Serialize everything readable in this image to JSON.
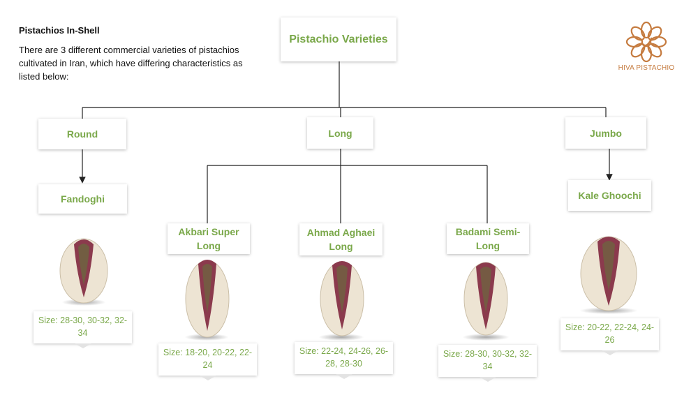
{
  "intro": {
    "title": "Pistachios In-Shell",
    "text": "There are 3 different commercial varieties of pistachios cultivated in Iran, which have differing characteristics as listed below:"
  },
  "logo": {
    "text": "HIVA PISTACHIO"
  },
  "colors": {
    "green": "#7aa84a",
    "logo": "#c57b3f",
    "line": "#222222"
  },
  "root": {
    "label": "Pistachio Varieties"
  },
  "categories": {
    "round": {
      "label": "Round",
      "variety": {
        "label": "Fandoghi",
        "size": "Size: 28-30, 30-32, 32-34"
      }
    },
    "long": {
      "label": "Long",
      "varieties": {
        "akbari": {
          "label": "Akbari Super Long",
          "size": "Size: 18-20, 20-22, 22-24"
        },
        "ahmad": {
          "label": "Ahmad Aghaei Long",
          "size": "Size: 22-24, 24-26, 26-28, 28-30"
        },
        "badami": {
          "label": "Badami Semi-Long",
          "size": "Size: 28-30, 30-32, 32-34"
        }
      }
    },
    "jumbo": {
      "label": "Jumbo",
      "variety": {
        "label": "Kale Ghoochi",
        "size": "Size: 20-22, 22-24, 24-26"
      }
    }
  },
  "icons": {
    "nut": "pistachio-nut-icon",
    "logo": "flower-logo-icon"
  }
}
